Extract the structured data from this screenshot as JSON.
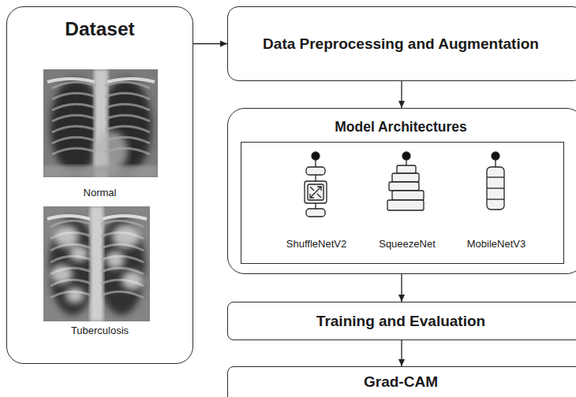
{
  "diagram": {
    "nodes": [
      {
        "text": [
          "Dataset"
        ]
      },
      {
        "text": [
          "Data Preprocessing and Augmentation"
        ]
      },
      {
        "text": [
          "Model Architectures"
        ]
      },
      {
        "text": [
          "ShuffleNetV2",
          "SqueezeNet",
          "MobileNetV3"
        ],
        "in": 2
      },
      {
        "text": [
          "Training and Evaluation"
        ]
      },
      {
        "text": [
          "Grad-CAM"
        ]
      }
    ],
    "edges": [
      {
        "from": 0,
        "to": 1,
        "arrow": "to"
      },
      {
        "from": 1,
        "to": 2,
        "arrow": "to"
      },
      {
        "from": 2,
        "to": 4,
        "arrow": "to"
      },
      {
        "from": 4,
        "to": 5,
        "arrow": "to"
      }
    ],
    "labels": [
      "Normal",
      "Tuberculosis"
    ]
  }
}
